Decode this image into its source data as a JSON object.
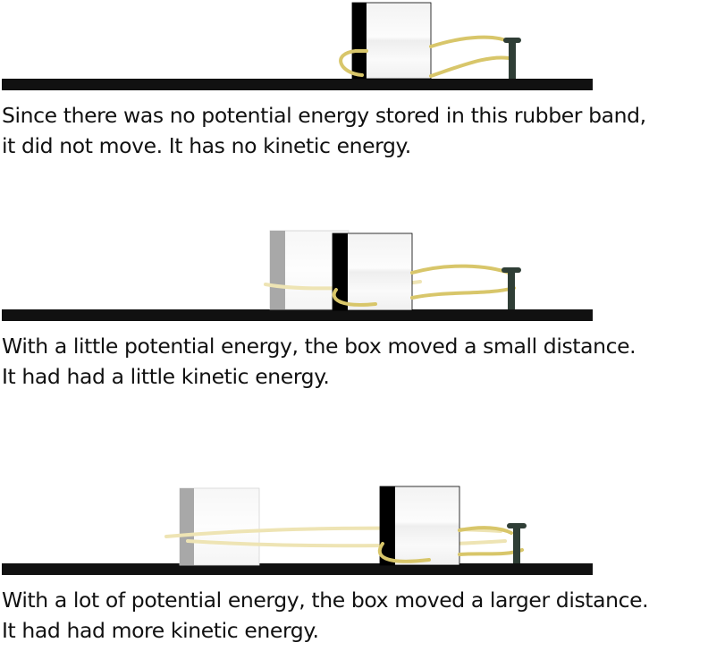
{
  "panels": [
    {
      "id": "no-energy",
      "caption_lines": [
        "Since there was no potential energy stored in this rubber band,",
        "it did not move. It has no kinetic energy."
      ]
    },
    {
      "id": "little-energy",
      "caption_lines": [
        "With a little potential energy, the box moved a small distance.",
        "It had had a little kinetic energy."
      ]
    },
    {
      "id": "lot-energy",
      "caption_lines": [
        "With a lot of potential energy, the box moved a larger distance.",
        "It had had more kinetic energy."
      ]
    }
  ],
  "colors": {
    "ground": "#111111",
    "box_fill": "#f6f6f6",
    "box_edge": "#000000",
    "ghost_edge": "#a8a8a8",
    "rubber_band": "#d8c66a",
    "rubber_band_faint": "#eee4b4",
    "nail": "#2f3e36"
  },
  "icons": [
    "box-icon",
    "rubber-band-icon",
    "nail-icon",
    "ground-line-icon"
  ]
}
